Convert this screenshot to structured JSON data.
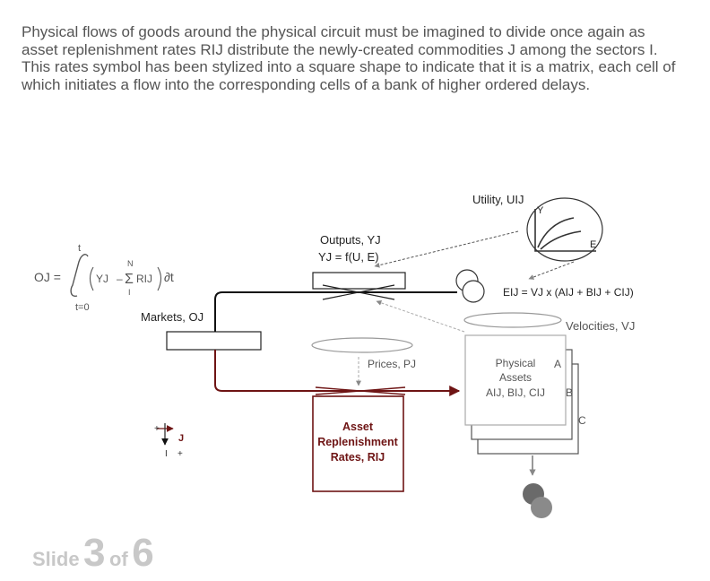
{
  "intro": {
    "text": "Physical flows of goods around the physical circuit must be imagined to divide once again as asset replenishment rates RIJ distribute the newly-created commodities J among the sectors I. This rates symbol has been stylized into a square shape to indicate that it is a matrix, each cell of which initiates a flow into the corresponding cells of a bank of higher ordered delays."
  },
  "diagram": {
    "utility_label": "Utility, UIJ",
    "utility_axis_y": "Y",
    "utility_axis_e": "E",
    "outputs_label": "Outputs, YJ",
    "outputs_function": "YJ = f(U, E)",
    "efficiency_eq": "EIJ = VJ x (AIJ + BIJ + CIJ)",
    "velocities_label": "Velocities, VJ",
    "markets_label": "Markets, OJ",
    "prices_label": "Prices, PJ",
    "physical_assets_line1": "Physical",
    "physical_assets_line2": "Assets",
    "physical_assets_line3": "AIJ, BIJ, CIJ",
    "bank_a": "A",
    "bank_b": "B",
    "bank_c": "C",
    "replenish_line1": "Asset",
    "replenish_line2": "Replenishment",
    "replenish_line3": "Rates, RIJ",
    "formula": {
      "lhs": "OJ =",
      "upper": "t",
      "lower": "t=0",
      "sum_top": "N",
      "sum_bottom": "I",
      "body_y": "YJ",
      "minus": "–",
      "sigma": "Σ",
      "body_r": "RIJ",
      "dt": "∂t"
    },
    "axes_hint": {
      "j_label": "J",
      "i_label": "I",
      "plus1": "+",
      "plus2": "+"
    },
    "colors": {
      "flow_red": "#6e1414",
      "flow_black": "#111111",
      "info_gray": "#9a9a9a",
      "cloud_gray": "#777777"
    }
  },
  "footer": {
    "slide_word": "Slide",
    "current": "3",
    "of_word": "of",
    "total": "6"
  }
}
